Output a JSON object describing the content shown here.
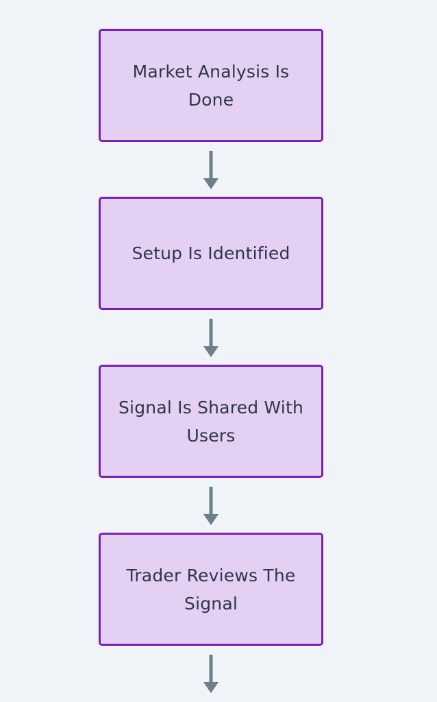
{
  "flow": {
    "steps": [
      {
        "label": "Market Analysis Is Done"
      },
      {
        "label": "Setup Is Identified"
      },
      {
        "label": "Signal Is Shared With Users"
      },
      {
        "label": "Trader Reviews The Signal"
      }
    ]
  },
  "colors": {
    "background": "#f0f3f7",
    "node_fill": "#e3d0f2",
    "node_border": "#7a1fb8",
    "arrow": "#6b7f8c",
    "text": "#2d3748"
  }
}
